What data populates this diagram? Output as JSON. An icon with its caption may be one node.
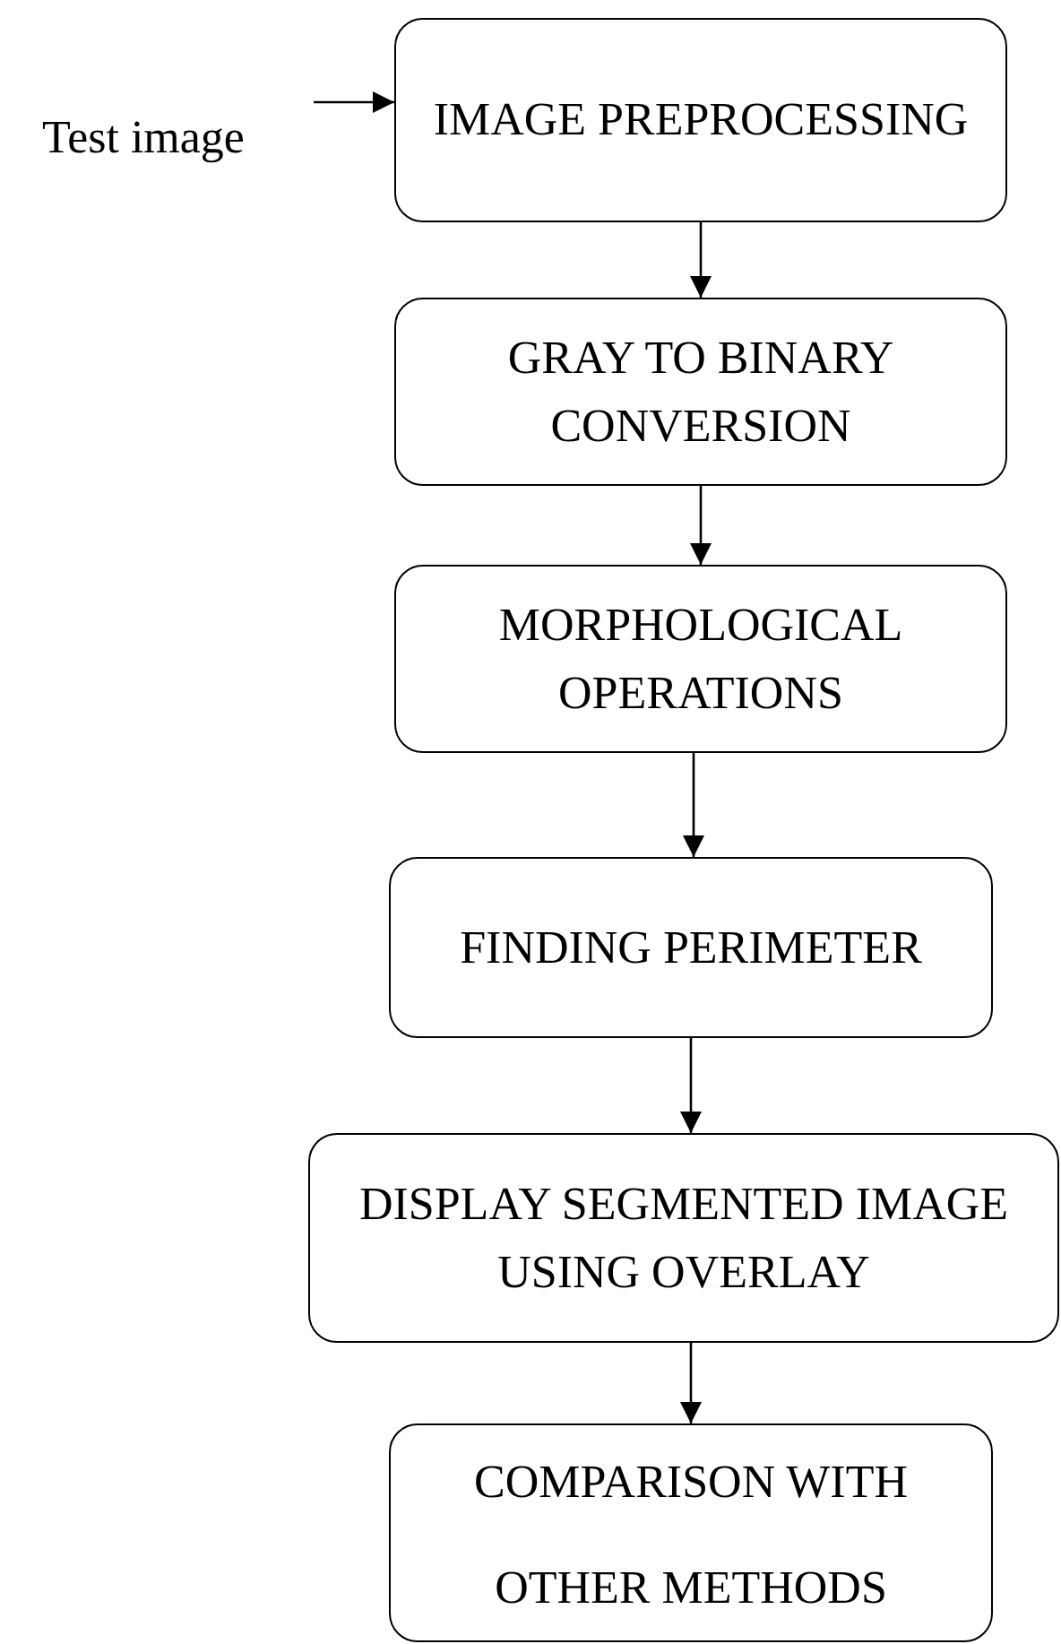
{
  "diagram": {
    "nodes": [
      {
        "text": [
          "Test image"
        ]
      },
      {
        "text": [
          "IMAGE PREPROCESSING"
        ]
      },
      {
        "text": [
          "GRAY TO BINARY CONVERSION"
        ]
      },
      {
        "text": [
          "MORPHOLOGICAL OPERATIONS"
        ]
      },
      {
        "text": [
          "FINDING PERIMETER"
        ]
      },
      {
        "text": [
          "DISPLAY SEGMENTED IMAGE USING OVERLAY"
        ]
      },
      {
        "text": [
          "COMPARISON WITH OTHER METHODS"
        ]
      }
    ],
    "edges": [
      {
        "from": 0,
        "to": 1,
        "arrow": "to"
      },
      {
        "from": 1,
        "to": 2,
        "arrow": "to"
      },
      {
        "from": 2,
        "to": 3,
        "arrow": "to"
      },
      {
        "from": 3,
        "to": 4,
        "arrow": "to"
      },
      {
        "from": 4,
        "to": 5,
        "arrow": "to"
      },
      {
        "from": 5,
        "to": 6,
        "arrow": "to"
      }
    ]
  }
}
